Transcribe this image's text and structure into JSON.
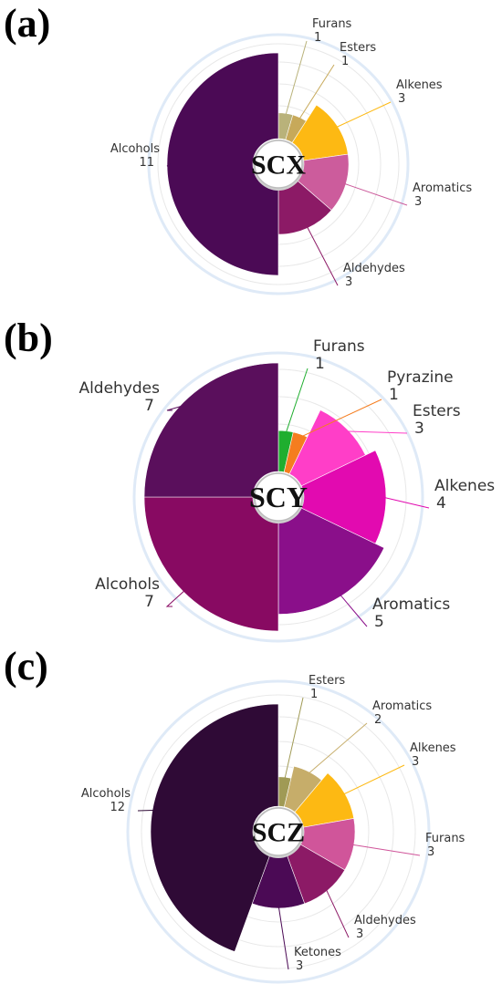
{
  "chart_data": [
    {
      "type": "pie",
      "panel_label": "(a)",
      "center_label": "SCX",
      "categories": [
        "Furans",
        "Esters",
        "Alkenes",
        "Aromatics",
        "Aldehydes",
        "Alcohols"
      ],
      "values": [
        1,
        1,
        3,
        3,
        3,
        11
      ],
      "colors": [
        "#b9b27a",
        "#c7a95a",
        "#fdb913",
        "#cc5c9c",
        "#8c1a66",
        "#4b0a55"
      ]
    },
    {
      "type": "pie",
      "panel_label": "(b)",
      "center_label": "SCY",
      "categories": [
        "Furans",
        "Pyrazine",
        "Esters",
        "Alkenes",
        "Aromatics",
        "Alcohols",
        "Aldehydes"
      ],
      "values": [
        1,
        1,
        3,
        4,
        5,
        7,
        7
      ],
      "colors": [
        "#1fae2f",
        "#f57d1f",
        "#ff3ec8",
        "#e20ab0",
        "#8a0f8a",
        "#880a62",
        "#5a0f5c"
      ]
    },
    {
      "type": "pie",
      "panel_label": "(c)",
      "center_label": "SCZ",
      "categories": [
        "Esters",
        "Aromatics",
        "Alkenes",
        "Furans",
        "Aldehydes",
        "Ketones",
        "Alcohols"
      ],
      "values": [
        1,
        2,
        3,
        3,
        3,
        3,
        12
      ],
      "colors": [
        "#a09a55",
        "#c6ad6a",
        "#fdb913",
        "#d0559a",
        "#8c1a66",
        "#4b0a55",
        "#2f0a36"
      ]
    }
  ]
}
